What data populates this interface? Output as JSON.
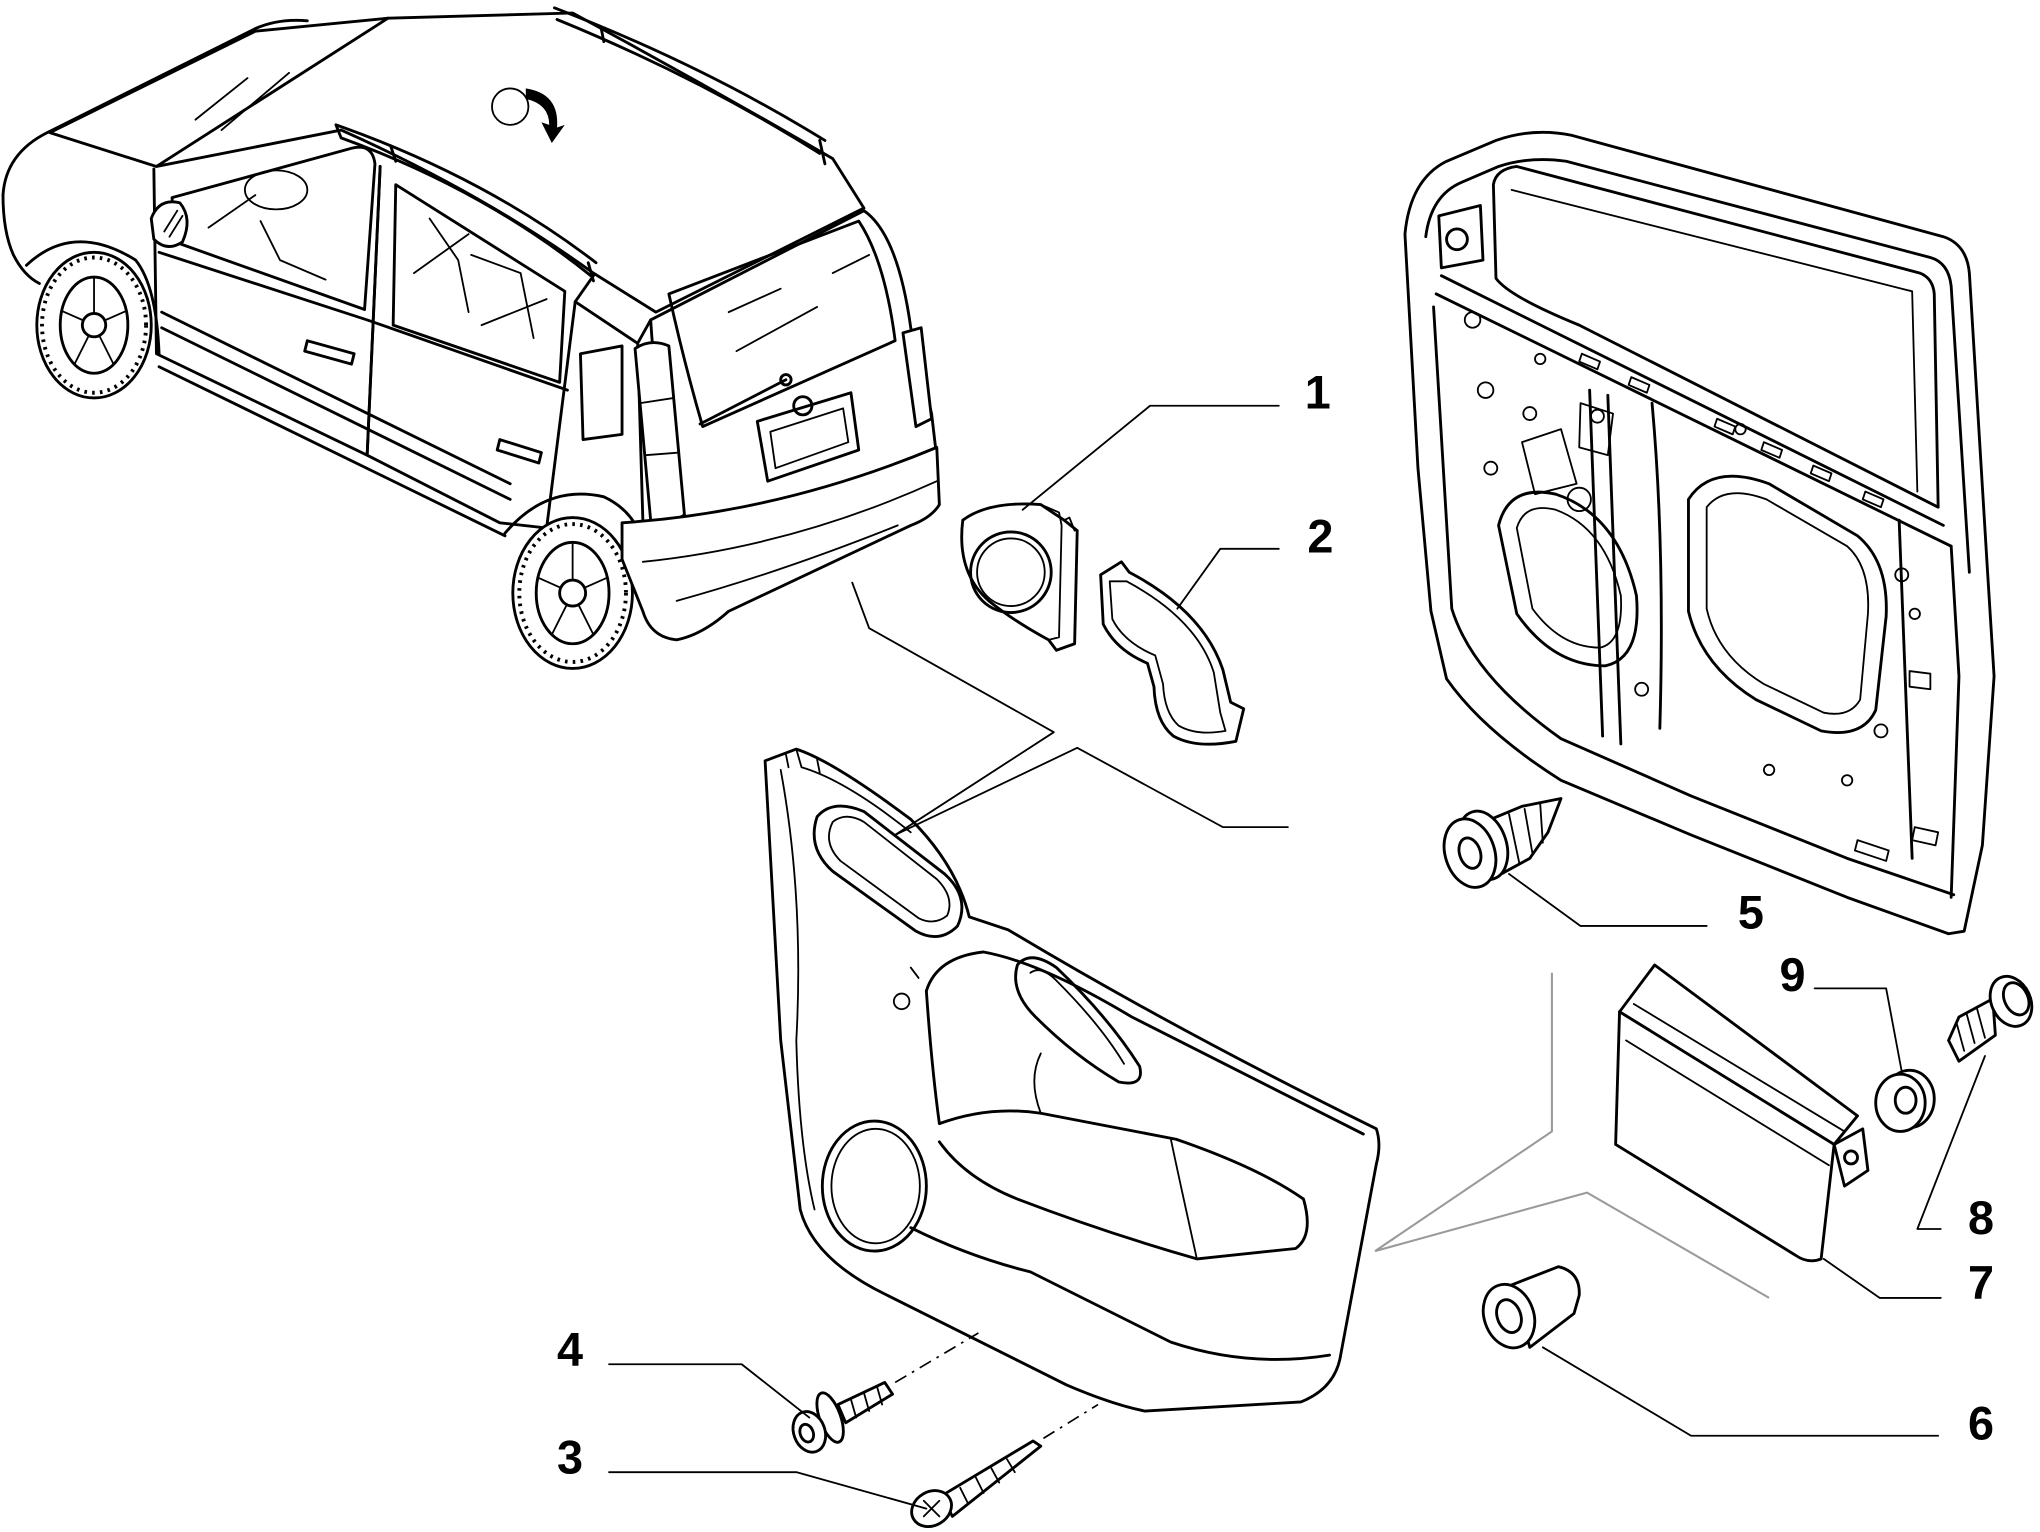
{
  "callouts": [
    {
      "label": "1"
    },
    {
      "label": "2"
    },
    {
      "label": "3"
    },
    {
      "label": "4"
    },
    {
      "label": "5"
    },
    {
      "label": "6"
    },
    {
      "label": "7"
    },
    {
      "label": "8"
    },
    {
      "label": "9"
    }
  ],
  "colors": {
    "line": "#000000",
    "guide": "#9a9a9a",
    "background": "#ffffff"
  }
}
